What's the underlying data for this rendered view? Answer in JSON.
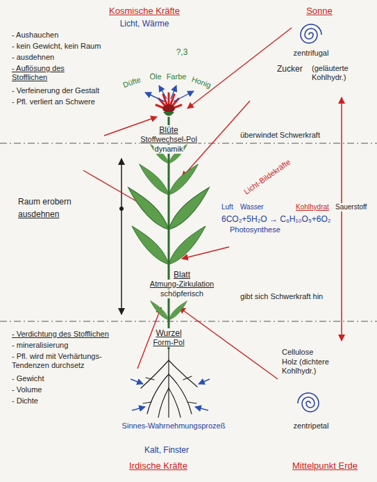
{
  "diagram": {
    "labels": [
      "Kosmische Kräfte",
      "Licht, Wärme",
      "Sonne",
      "- Aushauchen",
      "- kein Gewicht, kein Raum",
      "- ausdehnen",
      "- Auflösung des Stofflichen",
      "- Verfeinerung der Gestalt",
      "- Pfl. verliert an Schwere",
      "?,3",
      "Düfte",
      "Öle",
      "Farbe",
      "Honig",
      "zentrifugal",
      "Zucker",
      "(geläuterte Kohlhydr.)",
      "Blüte",
      "Stoffwechsel-Pol",
      "dynamik",
      "überwindet Schwerkraft",
      "Raum erobern",
      "ausdehnen",
      "Luft",
      "Wasser",
      "Licht-Bildekräfte",
      "Kohlhydrat",
      "Sauerstoff",
      "6CO₂+5H₂O → C₆H₁₀O₅+6O₂",
      "Photosynthese",
      "Blatt",
      "Atmung-Zirkulation",
      "schöpferisch",
      "gibt sich Schwerkraft hin",
      "Wurzel",
      "Form-Pol",
      "- Verdichtung des Stofflichen",
      "- mineralisierung",
      "- Pfl. wird mit Verhärtungs- Tendenzen durchsetz",
      "- Gewicht",
      "- Volume",
      "- Dichte",
      "Cellulose",
      "Holz (dichtere Kohlhydr.)",
      "Sinnes-Wahrnehmungsprozeß",
      "zentripetal",
      "Kalt, Finster",
      "Irdische Kräfte",
      "Mittelpunkt Erde"
    ]
  }
}
